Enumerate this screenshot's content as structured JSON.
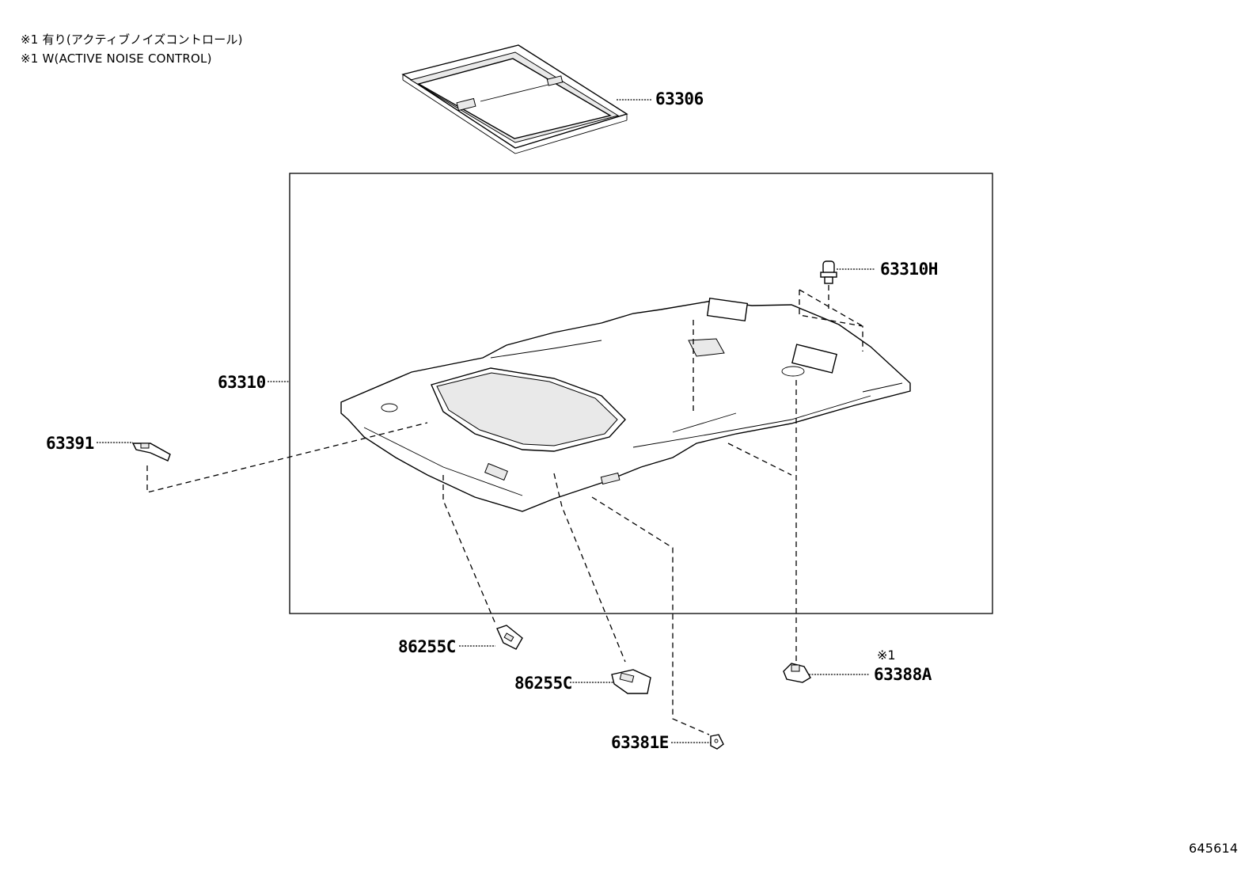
{
  "notes": [
    "※1 有り(アクティブノイズコントロール)",
    "※1 W(ACTIVE NOISE CONTROL)"
  ],
  "parts": {
    "p63306": "63306",
    "p63310": "63310",
    "p63310H": "63310H",
    "p63391": "63391",
    "p86255C_a": "86255C",
    "p86255C_b": "86255C",
    "p63381E": "63381E",
    "p63388A": "63388A"
  },
  "mark_63388A": "※1",
  "diagram_id": "645614"
}
